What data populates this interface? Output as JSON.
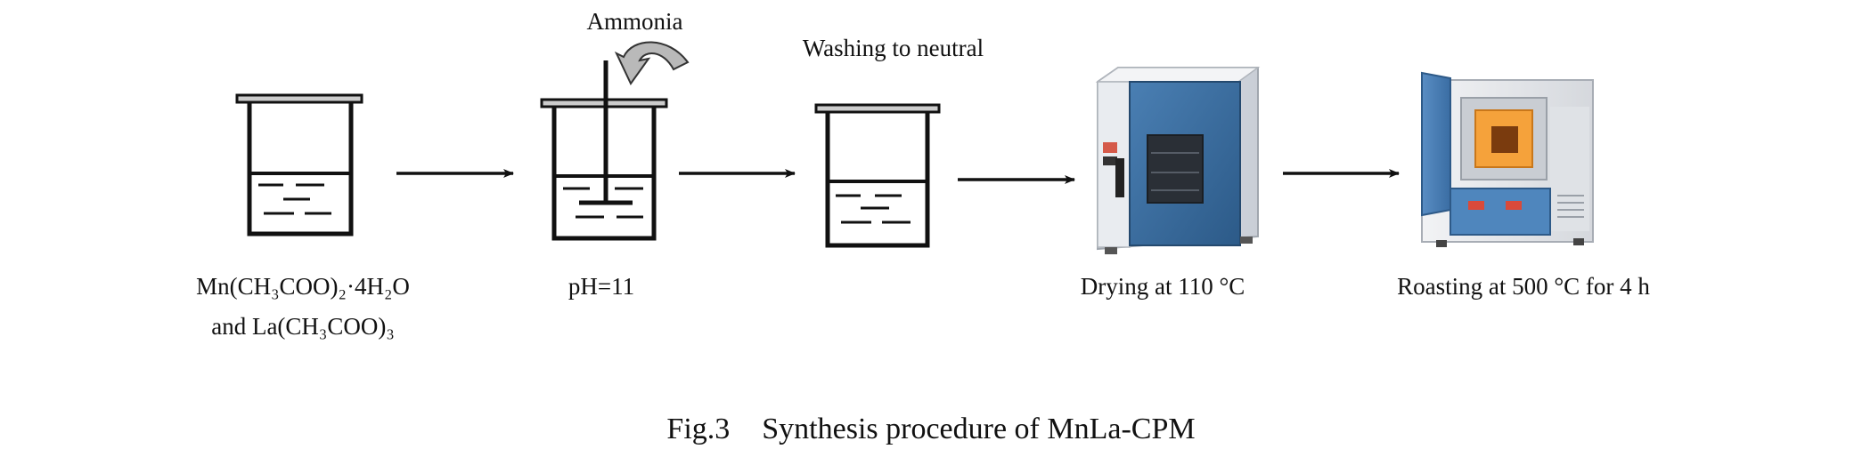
{
  "labels": {
    "ammonia": "Ammonia",
    "washing": "Washing to neutral",
    "reagents_line1": "Mn(CH₃COO)₂·4H₂O",
    "reagents_line2": "and La(CH₃COO)₃",
    "ph": "pH=11",
    "drying": "Drying at 110 °C",
    "roasting": "Roasting at 500 °C for 4 h"
  },
  "caption": {
    "fig": "Fig.3",
    "text": "Synthesis procedure of MnLa-CPM"
  },
  "colors": {
    "ink": "#111111",
    "oven_blue": "#3d6e9e",
    "furnace_orange": "#f5a23b"
  },
  "icons": [
    "beaker-icon",
    "stirred-beaker-icon",
    "curved-arrow-icon",
    "drying-oven-icon",
    "muffle-furnace-icon"
  ]
}
